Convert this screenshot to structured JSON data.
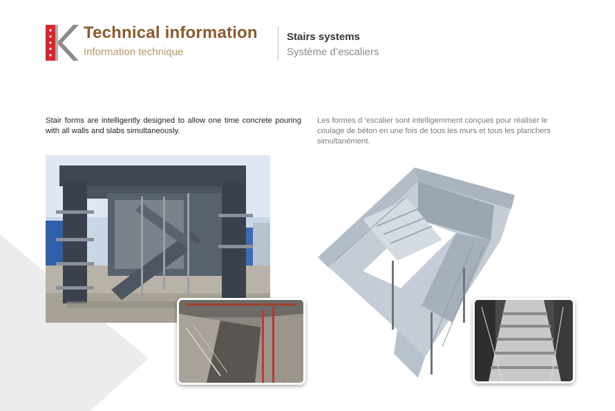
{
  "header": {
    "title_en": "Technical information",
    "title_fr": "Information technique",
    "subtitle_en": "Stairs systems",
    "subtitle_fr": "Système d’escaliers"
  },
  "description": {
    "en": "Stair forms are intelligently designed to allow one time concrete pouring with all walls and slabs simultaneously.",
    "fr": " Les formes d ’escalier sont intelligemment conçues pour réaliser le coulage de béton en une fois de tous les murs et tous les planchers simultanément."
  },
  "colors": {
    "title_brown": "#8b5a2b",
    "subtitle_tan": "#b8956a",
    "logo_red": "#d7262e",
    "logo_gray": "#8c8c8c"
  }
}
